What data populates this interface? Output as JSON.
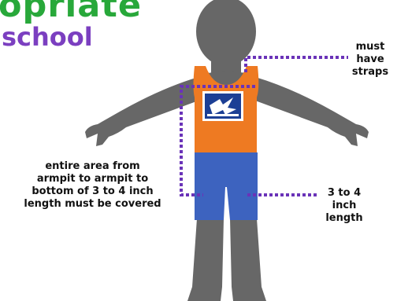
{
  "title": {
    "line1": "opriate",
    "line2": "school"
  },
  "labels": {
    "straps": "must\nhave\nstraps",
    "coverage": "entire area from\narmpit to armpit to\nbottom of 3 to 4 inch\nlength must be covered",
    "length": "3 to 4\ninch\nlength"
  },
  "colors": {
    "body": "#676767",
    "top": "#ee7a22",
    "shorts": "#3d63bf",
    "dotted_line": "#6a33b8",
    "title_green": "#28a83a",
    "title_purple": "#7b3fc0",
    "logo_bg": "#1c3f95"
  },
  "icons": {
    "logo": "shirt-logo-icon"
  }
}
